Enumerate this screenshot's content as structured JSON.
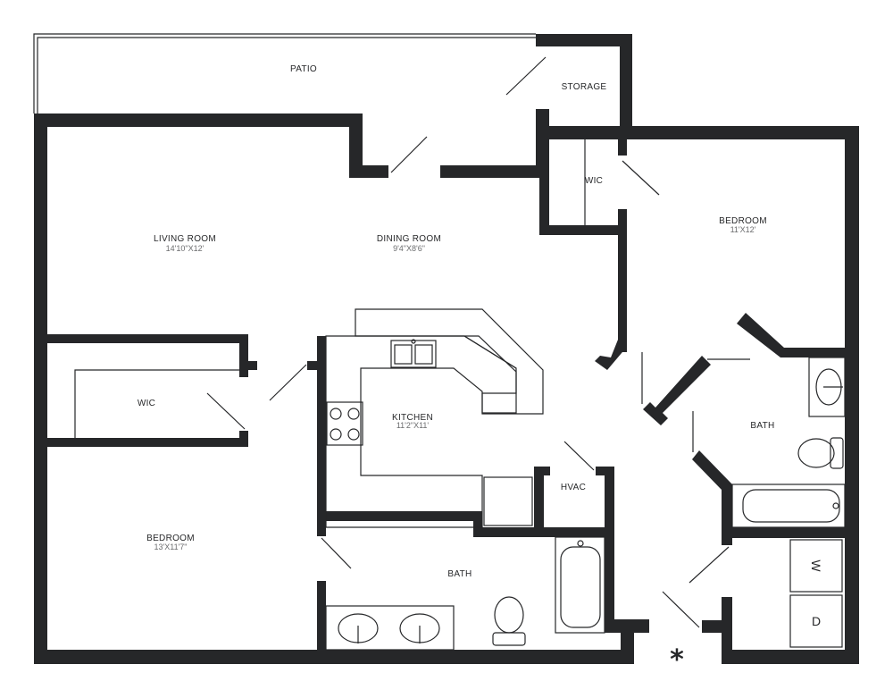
{
  "rooms": {
    "patio": {
      "label": "PATIO"
    },
    "storage": {
      "label": "STORAGE"
    },
    "wic_master": {
      "label": "WIC"
    },
    "bedroom_master": {
      "label": "BEDROOM",
      "dim": "11'X12'"
    },
    "living_room": {
      "label": "LIVING ROOM",
      "dim": "14'10\"X12'"
    },
    "dining_room": {
      "label": "DINING ROOM",
      "dim": "9'4\"X8'6\""
    },
    "wic_second": {
      "label": "WIC"
    },
    "kitchen": {
      "label": "KITCHEN",
      "dim": "11'2\"X11'"
    },
    "hvac": {
      "label": "HVAC"
    },
    "bath_master": {
      "label": "BATH"
    },
    "bedroom_second": {
      "label": "BEDROOM",
      "dim": "13'X11'7\""
    },
    "bath_second": {
      "label": "BATH"
    }
  },
  "appliances": {
    "washer": "W",
    "dryer": "D"
  },
  "entry_marker": "*",
  "icons": [
    "sink-icon",
    "stove-icon",
    "toilet-icon",
    "bathtub-icon",
    "door-swing-icon"
  ],
  "colors": {
    "wall": "#262729",
    "background": "#ffffff"
  }
}
